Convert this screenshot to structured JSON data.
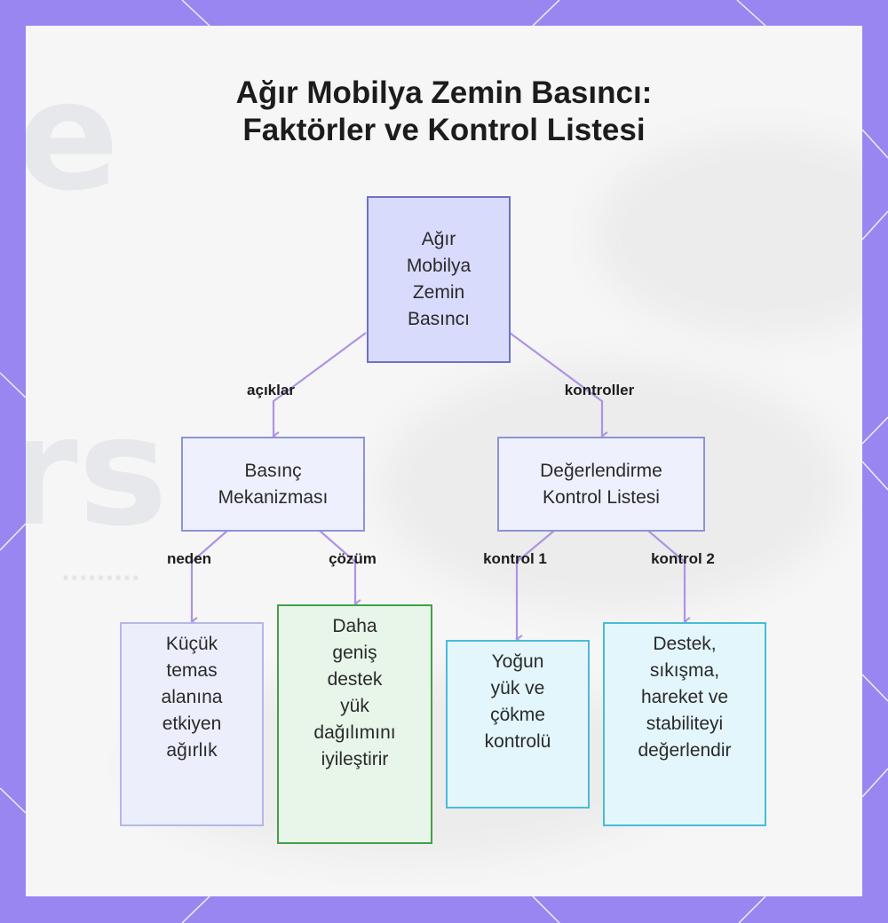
{
  "title": {
    "line1": "Ağır Mobilya Zemin Basıncı:",
    "line2": "Faktörler ve Kontrol Listesi"
  },
  "diagram": {
    "root": "Ağır\nMobilya\nZemin\nBasıncı",
    "mechanism": "Basınç\nMekanizması",
    "checklist": "Değerlendirme\nKontrol Listesi",
    "cause": "Küçük\ntemas\nalanına\netkiyen\nağırlık",
    "solution": "Daha\ngeniş\ndestek\nyük\ndağılımını\niyileştirir",
    "check1": "Yoğun\nyük ve\nçökme\nkontrolü",
    "check2": "Destek,\nsıkışma,\nhareket ve\nstabiliteyi\ndeğerlendir"
  },
  "edge_labels": {
    "explains": "açıklar",
    "controls": "kontroller",
    "cause": "neden",
    "solution": "çözüm",
    "check1": "kontrol 1",
    "check2": "kontrol 2"
  },
  "colors": {
    "frame": "#9a86f0",
    "root_fill": "#d9dbfd",
    "root_border": "#6b72c6",
    "level2_fill": "#eef0fd",
    "level2_border": "#8c93d6",
    "cause_fill": "#eceefc",
    "cause_border": "#b3b8e8",
    "solution_fill": "#e8f5e9",
    "solution_border": "#43a047",
    "check_fill": "#e3f6fb",
    "check_border": "#48bcd6",
    "connector": "#ae94e2"
  }
}
